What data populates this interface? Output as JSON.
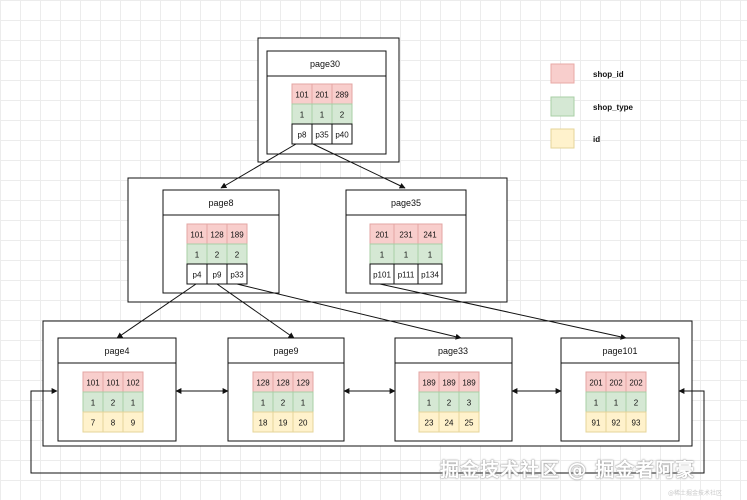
{
  "colors": {
    "shop_id": "#f8cecc",
    "shop_type": "#d5e8d4",
    "id": "#fff2cc",
    "stroke": "#111111"
  },
  "legend": [
    {
      "key": "shop_id",
      "label": "shop_id"
    },
    {
      "key": "shop_type",
      "label": "shop_type"
    },
    {
      "key": "id",
      "label": "id"
    }
  ],
  "pages": {
    "root": {
      "title": "page30",
      "rows": [
        [
          "101",
          "201",
          "289"
        ],
        [
          "1",
          "1",
          "2"
        ],
        [
          "p8",
          "p35",
          "p40"
        ]
      ]
    },
    "page8": {
      "title": "page8",
      "rows": [
        [
          "101",
          "128",
          "189"
        ],
        [
          "1",
          "2",
          "2"
        ],
        [
          "p4",
          "p9",
          "p33"
        ]
      ]
    },
    "page35": {
      "title": "page35",
      "rows": [
        [
          "201",
          "231",
          "241"
        ],
        [
          "1",
          "1",
          "1"
        ],
        [
          "p101",
          "p111",
          "p134"
        ]
      ]
    },
    "page4": {
      "title": "page4",
      "rows": [
        [
          "101",
          "101",
          "102"
        ],
        [
          "1",
          "2",
          "1"
        ],
        [
          "7",
          "8",
          "9"
        ]
      ]
    },
    "page9": {
      "title": "page9",
      "rows": [
        [
          "128",
          "128",
          "129"
        ],
        [
          "1",
          "2",
          "1"
        ],
        [
          "18",
          "19",
          "20"
        ]
      ]
    },
    "page33": {
      "title": "page33",
      "rows": [
        [
          "189",
          "189",
          "189"
        ],
        [
          "1",
          "2",
          "3"
        ],
        [
          "23",
          "24",
          "25"
        ]
      ]
    },
    "page101": {
      "title": "page101",
      "rows": [
        [
          "201",
          "202",
          "202"
        ],
        [
          "1",
          "1",
          "2"
        ],
        [
          "91",
          "92",
          "93"
        ]
      ]
    }
  },
  "watermark": "掘金技术社区 @ 掘金者阿豪",
  "watermark_small": "@稀土掘金技术社区"
}
